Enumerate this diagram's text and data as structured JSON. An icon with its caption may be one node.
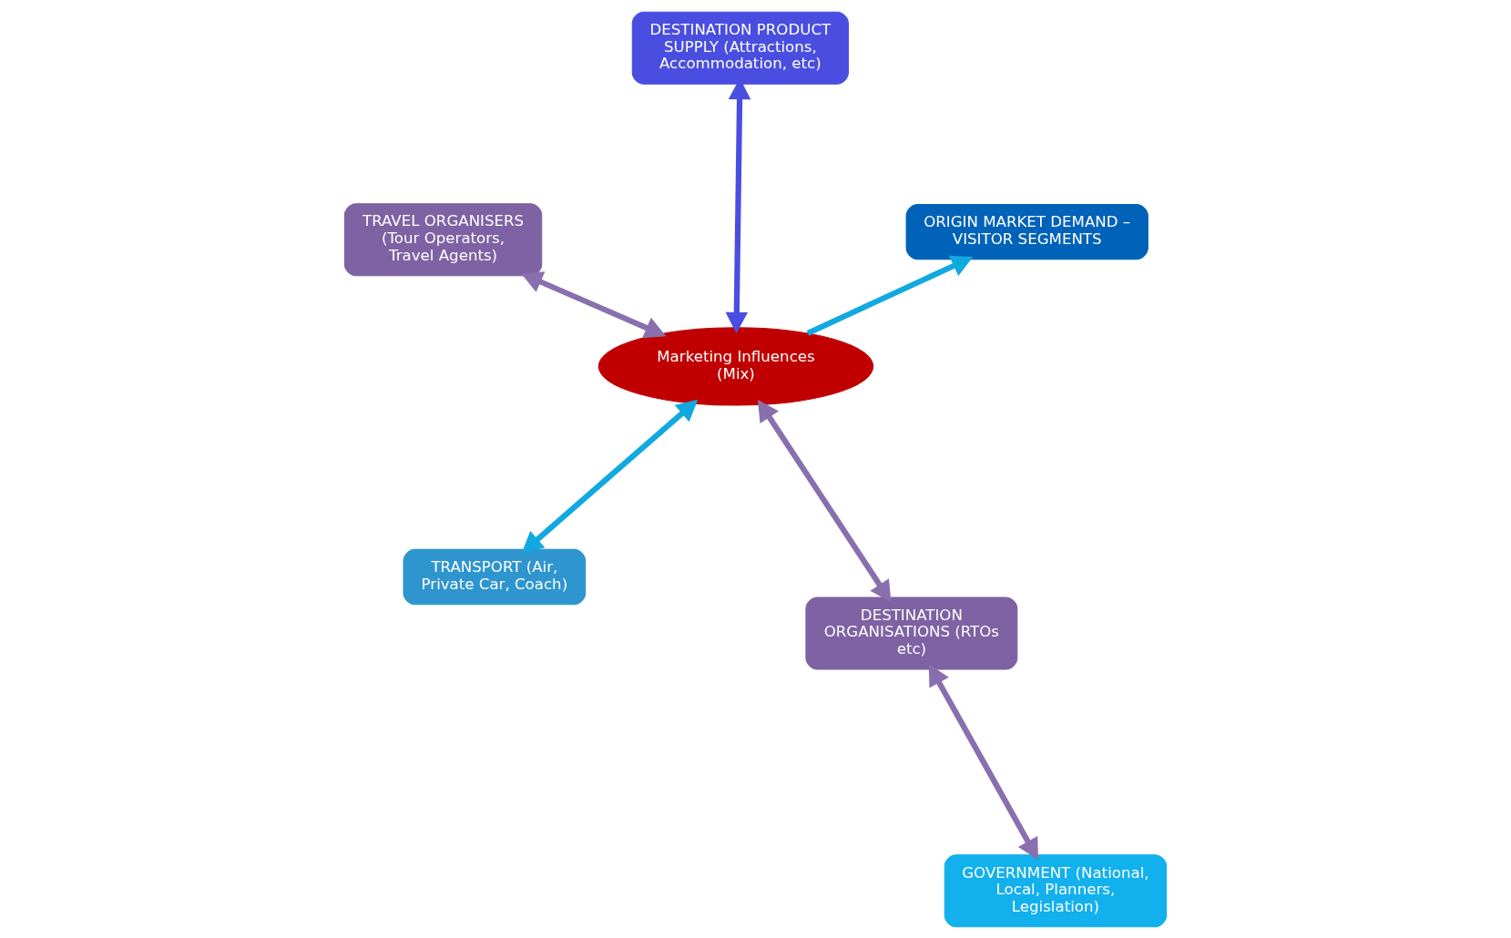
{
  "diagram": {
    "nodes": [
      {
        "text": [
          "TRAVEL ORGANISERS (Tour Operators, Travel Agents)"
        ]
      },
      {
        "text": [
          "DESTINATION ORGANISATIONS (RTOs etc)"
        ]
      },
      {
        "text": [
          "GOVERNMENT (National, Local, Planners, Legislation)"
        ]
      },
      {
        "text": [
          "Marketing Influences",
          "(Mix)"
        ]
      },
      {
        "text": [
          "ORIGIN MARKET DEMAND – VISITOR SEGMENTS"
        ]
      },
      {
        "text": [
          "DESTINATION PRODUCT SUPPLY (Attractions, Accommodation, etc)"
        ]
      },
      {
        "text": [
          "TRANSPORT (Air, Private Car, Coach)"
        ]
      }
    ],
    "edges": [
      {
        "from": 0,
        "to": 3,
        "arrow": "both",
        "color": "#8a6fae"
      },
      {
        "from": 3,
        "to": 1,
        "arrow": "both",
        "color": "#8a6fae"
      },
      {
        "from": 1,
        "to": 2,
        "arrow": "both",
        "color": "#8a6fae"
      },
      {
        "from": 3,
        "to": 4,
        "arrow": "to",
        "color": "#12a8e0"
      },
      {
        "from": 3,
        "to": 5,
        "arrow": "both",
        "color": "#4a4ee0"
      },
      {
        "from": 3,
        "to": 6,
        "arrow": "both",
        "color": "#12a8e0"
      }
    ]
  }
}
